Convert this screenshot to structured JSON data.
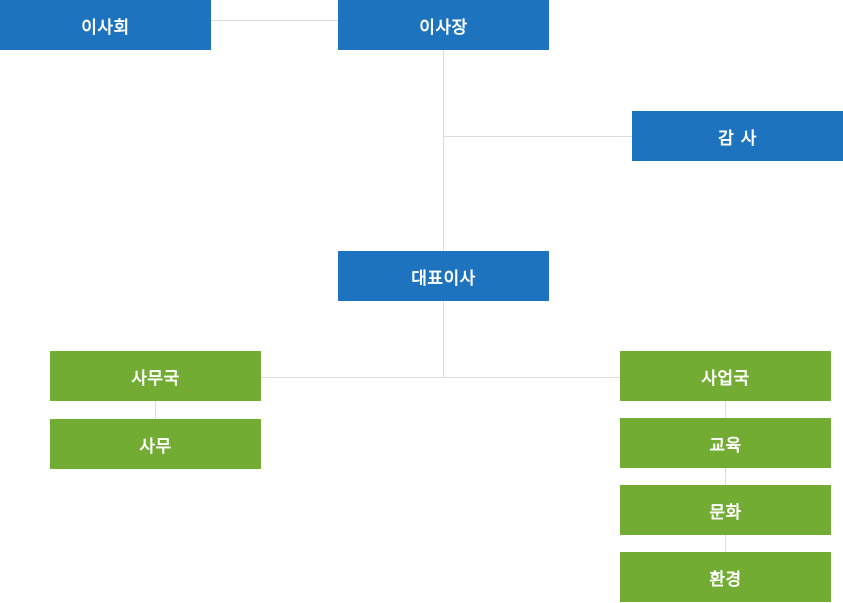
{
  "colors": {
    "leadership": "#1e73be",
    "department": "#72ac33",
    "connector": "#dcdcdc"
  },
  "org_chart": {
    "board": "이사회",
    "chairman": "이사장",
    "auditor": "감 사",
    "ceo": "대표이사",
    "secretariat": {
      "title": "사무국",
      "units": [
        "사무"
      ]
    },
    "business": {
      "title": "사업국",
      "units": [
        "교육",
        "문화",
        "환경"
      ]
    }
  }
}
